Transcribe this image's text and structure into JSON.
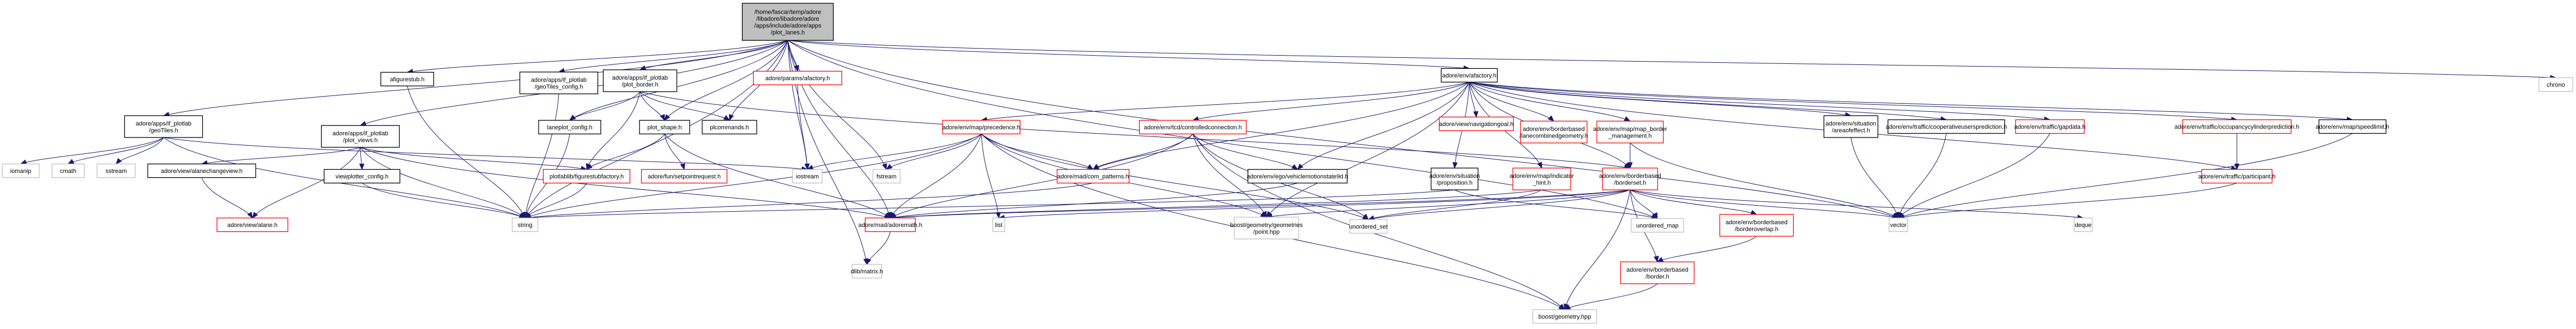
{
  "title": "Include dependency graph for plot_lanes.h",
  "colors": {
    "edge": "#191970",
    "root_fill": "#bfbfbf",
    "documented_border": "#000000",
    "truncated_border": "#ff0000",
    "system_border": "#bfbfbf"
  },
  "nodes": [
    {
      "id": "root",
      "kind": "root",
      "lines": [
        "/home/fascar/temp/adore",
        "/libadore/libadore/adore",
        "/apps/include/adore/apps",
        "/plot_lanes.h"
      ]
    },
    {
      "id": "geoTiles",
      "kind": "doc",
      "lines": [
        "adore/apps/if_plotlab",
        "/geoTiles.h"
      ]
    },
    {
      "id": "plot_views",
      "kind": "doc",
      "lines": [
        "adore/apps/if_plotlab",
        "/plot_views.h"
      ]
    },
    {
      "id": "afigurestub",
      "kind": "doc",
      "lines": [
        "afigurestub.h"
      ]
    },
    {
      "id": "geoTiles_config",
      "kind": "doc",
      "lines": [
        "adore/apps/if_plotlab",
        "/geoTiles_config.h"
      ]
    },
    {
      "id": "plot_border",
      "kind": "doc",
      "lines": [
        "adore/apps/if_plotlab",
        "/plot_border.h"
      ]
    },
    {
      "id": "params_afactory",
      "kind": "trunc",
      "lines": [
        "adore/params/afactory.h"
      ]
    },
    {
      "id": "env_afactory",
      "kind": "doc",
      "lines": [
        "adore/env/afactory.h"
      ]
    },
    {
      "id": "chrono",
      "kind": "sys",
      "lines": [
        "chrono"
      ]
    },
    {
      "id": "iomanip",
      "kind": "sys",
      "lines": [
        "iomanip"
      ]
    },
    {
      "id": "cmath",
      "kind": "sys",
      "lines": [
        "cmath"
      ]
    },
    {
      "id": "sstream",
      "kind": "sys",
      "lines": [
        "sstream"
      ]
    },
    {
      "id": "alanechangeview",
      "kind": "doc",
      "lines": [
        "adore/view/alanechangeview.h"
      ]
    },
    {
      "id": "viewplotter_config",
      "kind": "doc",
      "lines": [
        "viewplotter_config.h"
      ]
    },
    {
      "id": "alane",
      "kind": "trunc",
      "lines": [
        "adore/view/alane.h"
      ]
    },
    {
      "id": "laneplot_config",
      "kind": "doc",
      "lines": [
        "laneplot_config.h"
      ]
    },
    {
      "id": "plot_shape",
      "kind": "doc",
      "lines": [
        "plot_shape.h"
      ]
    },
    {
      "id": "plcommands",
      "kind": "doc",
      "lines": [
        "plcommands.h"
      ]
    },
    {
      "id": "figurestubfactory",
      "kind": "trunc",
      "lines": [
        "plotlablib/figurestubfactory.h"
      ]
    },
    {
      "id": "setpointrequest",
      "kind": "trunc",
      "lines": [
        "adore/fun/setpointrequest.h"
      ]
    },
    {
      "id": "string",
      "kind": "sys",
      "lines": [
        "string"
      ]
    },
    {
      "id": "iostream",
      "kind": "sys",
      "lines": [
        "iostream"
      ]
    },
    {
      "id": "fstream",
      "kind": "sys",
      "lines": [
        "fstream"
      ]
    },
    {
      "id": "precedence",
      "kind": "trunc",
      "lines": [
        "adore/env/map/precedence.h"
      ]
    },
    {
      "id": "controlledconnection",
      "kind": "trunc",
      "lines": [
        "adore/env/tcd/controlledconnection.h"
      ]
    },
    {
      "id": "com_patterns",
      "kind": "trunc",
      "lines": [
        "adore/mad/com_patterns.h"
      ]
    },
    {
      "id": "vehiclemotionstate9d",
      "kind": "doc",
      "lines": [
        "adore/env/ego/vehiclemotionstate9d.h"
      ]
    },
    {
      "id": "adoremath",
      "kind": "trunc",
      "lines": [
        "adore/mad/adoremath.h"
      ]
    },
    {
      "id": "dlib_matrix",
      "kind": "sys",
      "lines": [
        "dlib/matrix.h"
      ]
    },
    {
      "id": "list",
      "kind": "sys",
      "lines": [
        "list"
      ]
    },
    {
      "id": "point_hpp",
      "kind": "sys",
      "lines": [
        "boost/geometry/geometries",
        "/point.hpp"
      ]
    },
    {
      "id": "unordered_set",
      "kind": "sys",
      "lines": [
        "unordered_set"
      ]
    },
    {
      "id": "navigationgoal",
      "kind": "trunc",
      "lines": [
        "adore/view/navigationgoal.h"
      ]
    },
    {
      "id": "lanecombinedgeometry",
      "kind": "trunc",
      "lines": [
        "adore/env/borderbased",
        "/lanecombinedgeometry.h"
      ]
    },
    {
      "id": "map_border_management",
      "kind": "trunc",
      "lines": [
        "adore/env/map/map_border",
        "_management.h"
      ]
    },
    {
      "id": "proposition",
      "kind": "doc",
      "lines": [
        "adore/env/situation",
        "/proposition.h"
      ]
    },
    {
      "id": "indicator_hint",
      "kind": "trunc",
      "lines": [
        "adore/env/map/indicator",
        "_hint.h"
      ]
    },
    {
      "id": "borderset",
      "kind": "trunc",
      "lines": [
        "adore/env/borderbased",
        "/borderset.h"
      ]
    },
    {
      "id": "unordered_map",
      "kind": "sys",
      "lines": [
        "unordered_map"
      ]
    },
    {
      "id": "borderoverlap",
      "kind": "trunc",
      "lines": [
        "adore/env/borderbased",
        "/borderoverlap.h"
      ]
    },
    {
      "id": "border",
      "kind": "trunc",
      "lines": [
        "adore/env/borderbased",
        "/border.h"
      ]
    },
    {
      "id": "boost_geometry",
      "kind": "sys",
      "lines": [
        "boost/geometry.hpp"
      ]
    },
    {
      "id": "areaofeffect",
      "kind": "doc",
      "lines": [
        "adore/env/situation",
        "/areaofeffect.h"
      ]
    },
    {
      "id": "cooperativeusersprediction",
      "kind": "doc",
      "lines": [
        "adore/env/traffic/cooperativeusersprediction.h"
      ]
    },
    {
      "id": "gapdata",
      "kind": "trunc",
      "lines": [
        "adore/env/traffic/gapdata.h"
      ]
    },
    {
      "id": "occupancycylinderprediction",
      "kind": "trunc",
      "lines": [
        "adore/env/traffic/occupancycylinderprediction.h"
      ]
    },
    {
      "id": "speedlimit",
      "kind": "doc",
      "lines": [
        "adore/env/map/speedlimit.h"
      ]
    },
    {
      "id": "participant",
      "kind": "trunc",
      "lines": [
        "adore/env/traffic/participant.h"
      ]
    },
    {
      "id": "vector",
      "kind": "sys",
      "lines": [
        "vector"
      ]
    },
    {
      "id": "deque",
      "kind": "sys",
      "lines": [
        "deque"
      ]
    }
  ],
  "edges": [
    [
      "root",
      "geoTiles"
    ],
    [
      "root",
      "plot_views"
    ],
    [
      "root",
      "afigurestub"
    ],
    [
      "root",
      "geoTiles_config"
    ],
    [
      "root",
      "plot_border"
    ],
    [
      "root",
      "params_afactory"
    ],
    [
      "root",
      "env_afactory"
    ],
    [
      "root",
      "chrono"
    ],
    [
      "root",
      "laneplot_config"
    ],
    [
      "root",
      "plot_shape"
    ],
    [
      "root",
      "plcommands"
    ],
    [
      "root",
      "string"
    ],
    [
      "root",
      "iostream"
    ],
    [
      "root",
      "fstream"
    ],
    [
      "root",
      "dlib_matrix"
    ],
    [
      "root",
      "unordered_map"
    ],
    [
      "root",
      "vector"
    ],
    [
      "root",
      "adoremath"
    ],
    [
      "geoTiles",
      "iomanip"
    ],
    [
      "geoTiles",
      "cmath"
    ],
    [
      "geoTiles",
      "sstream"
    ],
    [
      "geoTiles",
      "iostream"
    ],
    [
      "geoTiles",
      "string"
    ],
    [
      "plot_views",
      "alanechangeview"
    ],
    [
      "plot_views",
      "alane"
    ],
    [
      "plot_views",
      "viewplotter_config"
    ],
    [
      "plot_views",
      "figurestubfactory"
    ],
    [
      "plot_views",
      "adoremath"
    ],
    [
      "plot_views",
      "string"
    ],
    [
      "alanechangeview",
      "alane"
    ],
    [
      "viewplotter_config",
      "string"
    ],
    [
      "afigurestub",
      "string"
    ],
    [
      "geoTiles_config",
      "string"
    ],
    [
      "plot_border",
      "laneplot_config"
    ],
    [
      "plot_border",
      "plot_shape"
    ],
    [
      "plot_border",
      "plcommands"
    ],
    [
      "plot_border",
      "figurestubfactory"
    ],
    [
      "plot_border",
      "borderset"
    ],
    [
      "laneplot_config",
      "string"
    ],
    [
      "plot_shape",
      "figurestubfactory"
    ],
    [
      "plot_shape",
      "setpointrequest"
    ],
    [
      "plot_shape",
      "adoremath"
    ],
    [
      "figurestubfactory",
      "string"
    ],
    [
      "params_afactory",
      "iostream"
    ],
    [
      "env_afactory",
      "precedence"
    ],
    [
      "env_afactory",
      "controlledconnection"
    ],
    [
      "env_afactory",
      "com_patterns"
    ],
    [
      "env_afactory",
      "vehiclemotionstate9d"
    ],
    [
      "env_afactory",
      "navigationgoal"
    ],
    [
      "env_afactory",
      "lanecombinedgeometry"
    ],
    [
      "env_afactory",
      "map_border_management"
    ],
    [
      "env_afactory",
      "proposition"
    ],
    [
      "env_afactory",
      "indicator_hint"
    ],
    [
      "env_afactory",
      "borderset"
    ],
    [
      "env_afactory",
      "areaofeffect"
    ],
    [
      "env_afactory",
      "cooperativeusersprediction"
    ],
    [
      "env_afactory",
      "gapdata"
    ],
    [
      "env_afactory",
      "occupancycylinderprediction"
    ],
    [
      "env_afactory",
      "speedlimit"
    ],
    [
      "env_afactory",
      "participant"
    ],
    [
      "env_afactory",
      "point_hpp"
    ],
    [
      "precedence",
      "iostream"
    ],
    [
      "precedence",
      "fstream"
    ],
    [
      "precedence",
      "com_patterns"
    ],
    [
      "precedence",
      "adoremath"
    ],
    [
      "precedence",
      "string"
    ],
    [
      "precedence",
      "list"
    ],
    [
      "precedence",
      "point_hpp"
    ],
    [
      "precedence",
      "unordered_set"
    ],
    [
      "precedence",
      "boost_geometry"
    ],
    [
      "controlledconnection",
      "com_patterns"
    ],
    [
      "controlledconnection",
      "vehiclemotionstate9d"
    ],
    [
      "controlledconnection",
      "adoremath"
    ],
    [
      "controlledconnection",
      "point_hpp"
    ],
    [
      "controlledconnection",
      "unordered_set"
    ],
    [
      "controlledconnection",
      "boost_geometry"
    ],
    [
      "com_patterns",
      "string"
    ],
    [
      "vehiclemotionstate9d",
      "adoremath"
    ],
    [
      "adoremath",
      "dlib_matrix"
    ],
    [
      "map_border_management",
      "borderset"
    ],
    [
      "map_border_management",
      "vector"
    ],
    [
      "proposition",
      "string"
    ],
    [
      "proposition",
      "unordered_map"
    ],
    [
      "indicator_hint",
      "adoremath"
    ],
    [
      "indicator_hint",
      "unordered_set"
    ],
    [
      "borderset",
      "border"
    ],
    [
      "borderset",
      "borderoverlap"
    ],
    [
      "borderset",
      "unordered_map"
    ],
    [
      "borderset",
      "vector"
    ],
    [
      "borderset",
      "list"
    ],
    [
      "borderset",
      "point_hpp"
    ],
    [
      "borderset",
      "adoremath"
    ],
    [
      "borderset",
      "boost_geometry"
    ],
    [
      "borderset",
      "deque"
    ],
    [
      "borderset",
      "unordered_set"
    ],
    [
      "borderoverlap",
      "border"
    ],
    [
      "border",
      "boost_geometry"
    ],
    [
      "areaofeffect",
      "vector"
    ],
    [
      "cooperativeusersprediction",
      "vector"
    ],
    [
      "gapdata",
      "vector"
    ],
    [
      "occupancycylinderprediction",
      "participant"
    ],
    [
      "participant",
      "vector"
    ],
    [
      "speedlimit",
      "vector"
    ]
  ]
}
